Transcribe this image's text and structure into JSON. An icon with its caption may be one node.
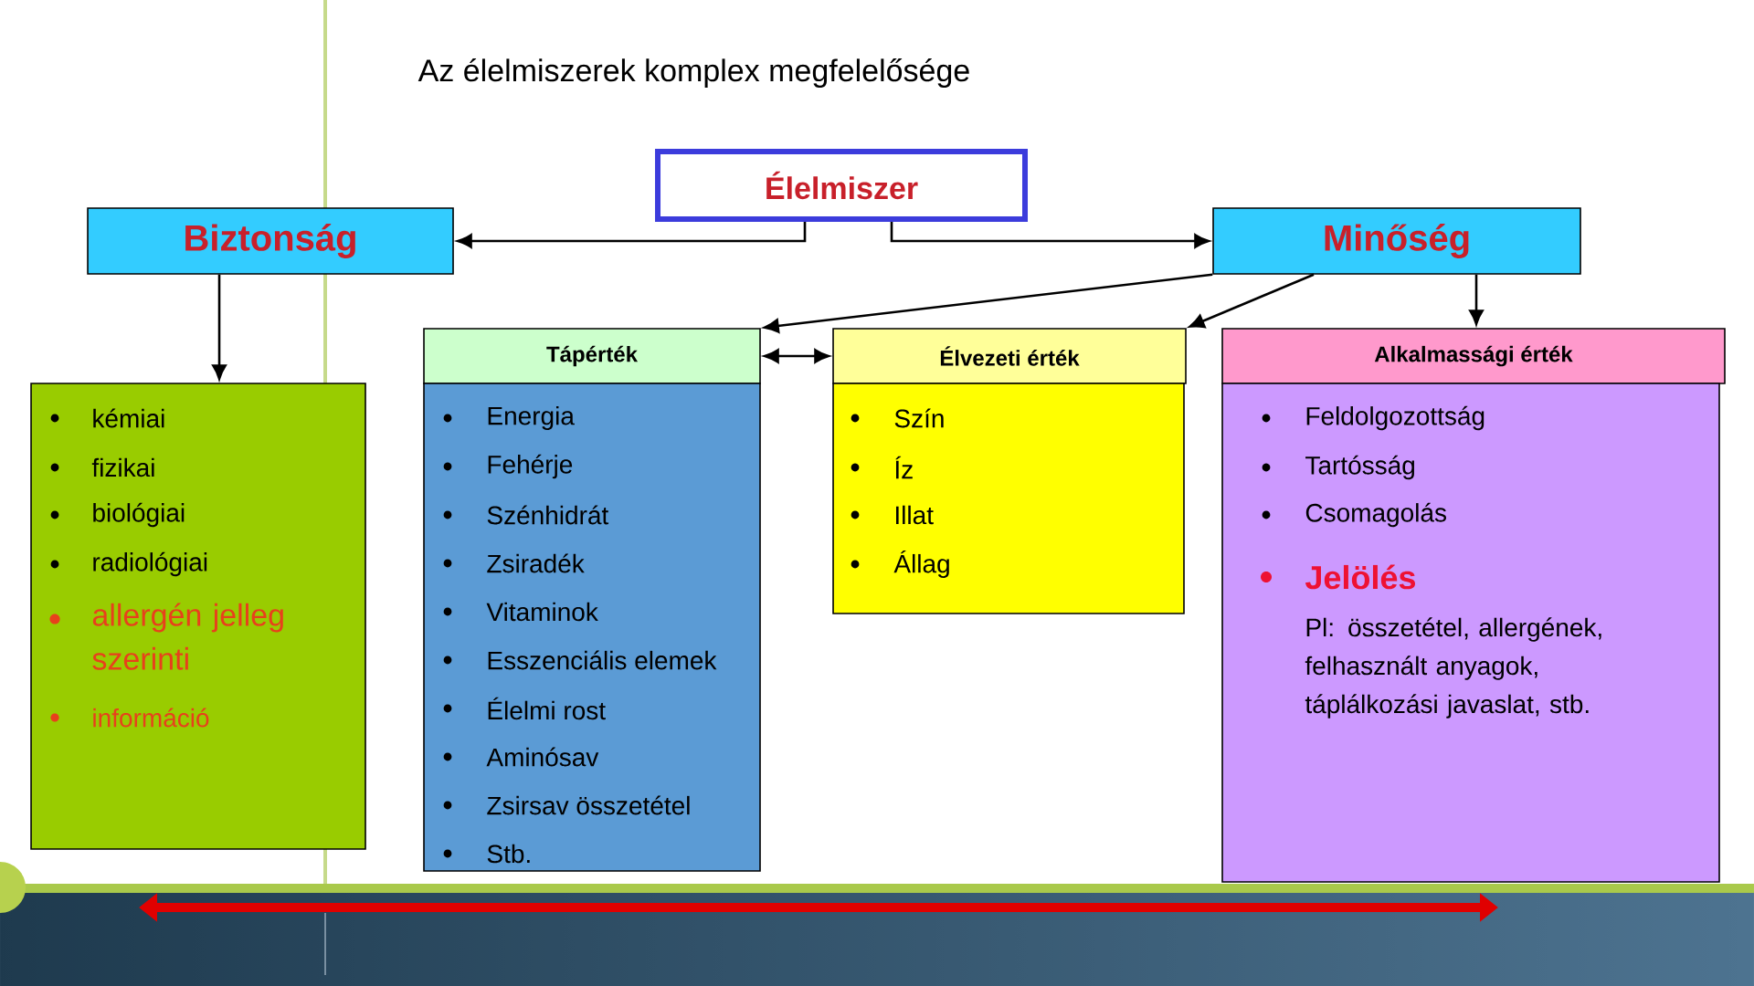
{
  "diagram": {
    "title": "Az élelmiszerek komplex megfelelősége",
    "nodes": [
      {
        "text": [
          "Élelmiszer"
        ]
      },
      {
        "text": [
          "Biztonság"
        ]
      },
      {
        "text": [
          "Minőség"
        ]
      },
      {
        "text": [
          "kémiai",
          "fizikai",
          "biológiai",
          "radiológiai",
          "allergén jelleg szerinti",
          "információ"
        ]
      },
      {
        "text": [
          "Tápérték"
        ]
      },
      {
        "text": [
          "Energia",
          "Fehérje",
          "Szénhidrát",
          "Zsiradék",
          "Vitaminok",
          "Esszenciális elemek",
          "Élelmi rost",
          "Aminósav",
          "Zsirsav összetétel",
          "Stb."
        ]
      },
      {
        "text": [
          "Élvezeti érték"
        ]
      },
      {
        "text": [
          "Szín",
          "Íz",
          "Illat",
          "Állag"
        ]
      },
      {
        "text": [
          "Alkalmassági érték"
        ]
      },
      {
        "text": [
          "Feldolgozottság",
          "Tartósság",
          "Csomagolás",
          "Jelölés",
          "Pl: összetétel, allergének, felhasznált anyagok, táplálkozási javaslat, stb."
        ]
      }
    ],
    "edges": [
      {
        "from": 0,
        "to": 1,
        "arrow": "to"
      },
      {
        "from": 0,
        "to": 2,
        "arrow": "to"
      },
      {
        "from": 1,
        "to": 3,
        "arrow": "to"
      },
      {
        "from": 2,
        "to": 4,
        "arrow": "to"
      },
      {
        "from": 2,
        "to": 6,
        "arrow": "to"
      },
      {
        "from": 2,
        "to": 8,
        "arrow": "to"
      },
      {
        "from": 4,
        "to": 6,
        "arrow": "both"
      }
    ]
  }
}
